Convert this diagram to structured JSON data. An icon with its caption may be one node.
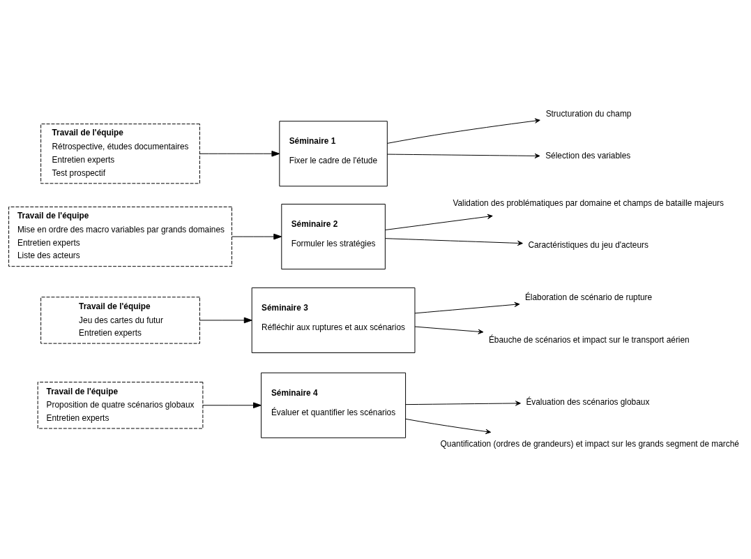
{
  "diagram": {
    "nodes": [
      {
        "text": [
          "Travail de l'équipe",
          "Rétrospective, études documentaires",
          "Entretien experts",
          "Test prospectif"
        ]
      },
      {
        "text": [
          "Séminaire 1",
          "Fixer le cadre de l'étude"
        ]
      },
      {
        "text": [
          "Structuration du champ"
        ]
      },
      {
        "text": [
          "Sélection des variables"
        ]
      },
      {
        "text": [
          "Travail de l'équipe",
          "Mise en ordre des macro variables par grands domaines",
          "Entretien experts",
          "Liste des acteurs"
        ]
      },
      {
        "text": [
          "Séminaire 2",
          "Formuler les stratégies"
        ]
      },
      {
        "text": [
          "Validation des problématiques par domaine et champs de bataille majeurs"
        ]
      },
      {
        "text": [
          "Caractéristiques du jeu d'acteurs"
        ]
      },
      {
        "text": [
          "Travail de l'équipe",
          "Jeu des cartes du futur",
          "Entretien experts"
        ]
      },
      {
        "text": [
          "Séminaire 3",
          "Réfléchir aux ruptures et aux scénarios"
        ]
      },
      {
        "text": [
          "Élaboration de scénario de rupture"
        ]
      },
      {
        "text": [
          "Ébauche de scénarios et impact sur le transport aérien"
        ]
      },
      {
        "text": [
          "Travail de l'équipe",
          "Proposition de quatre scénarios globaux",
          "Entretien experts"
        ]
      },
      {
        "text": [
          "Séminaire 4",
          "Évaluer et quantifier les scénarios"
        ]
      },
      {
        "text": [
          "Évaluation des scénarios globaux"
        ]
      },
      {
        "text": [
          "Quantification (ordres de grandeurs) et impact sur les grands segment de marché"
        ]
      }
    ],
    "edges": [
      {
        "from": 0,
        "to": 1,
        "arrow": "to"
      },
      {
        "from": 1,
        "to": 2,
        "arrow": "to"
      },
      {
        "from": 1,
        "to": 3,
        "arrow": "to"
      },
      {
        "from": 4,
        "to": 5,
        "arrow": "to"
      },
      {
        "from": 5,
        "to": 6,
        "arrow": "to"
      },
      {
        "from": 5,
        "to": 7,
        "arrow": "to"
      },
      {
        "from": 8,
        "to": 9,
        "arrow": "to"
      },
      {
        "from": 9,
        "to": 10,
        "arrow": "to"
      },
      {
        "from": 9,
        "to": 11,
        "arrow": "to"
      },
      {
        "from": 12,
        "to": 13,
        "arrow": "to"
      },
      {
        "from": 13,
        "to": 14,
        "arrow": "to"
      },
      {
        "from": 13,
        "to": 15,
        "arrow": "to"
      }
    ]
  }
}
